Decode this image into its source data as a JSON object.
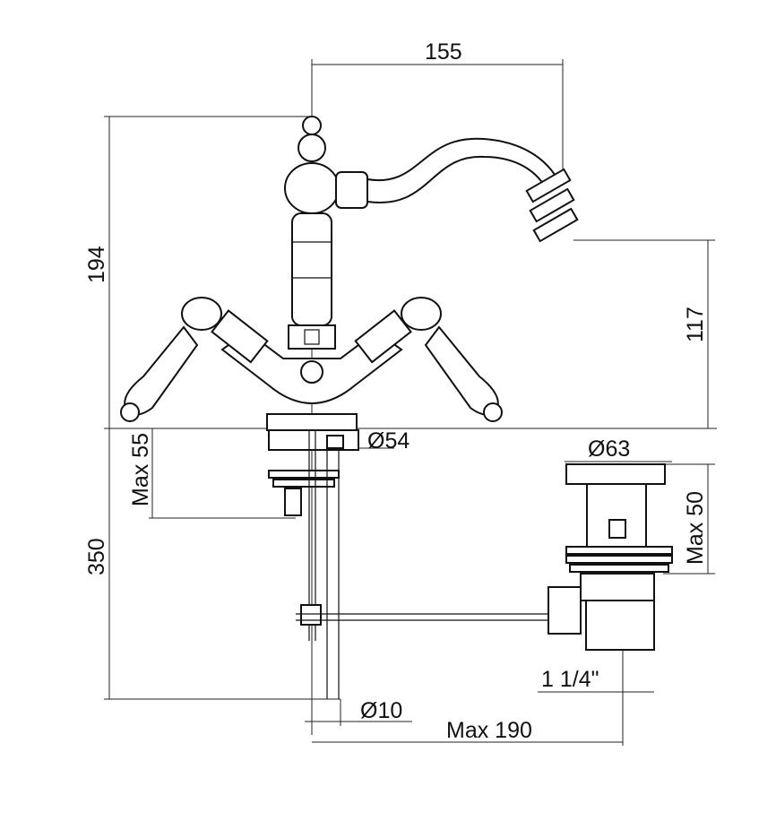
{
  "dimensions": {
    "spout_reach": "155",
    "total_height": "194",
    "spout_height": "117",
    "max_deck_thickness": "Max 55",
    "base_diameter": "Ø54",
    "tail_length": "350",
    "drain_diameter": "Ø63",
    "drain_max_thickness": "Max 50",
    "drain_thread": "1 1/4\"",
    "rod_diameter": "Ø10",
    "max_rod_distance": "Max 190"
  }
}
